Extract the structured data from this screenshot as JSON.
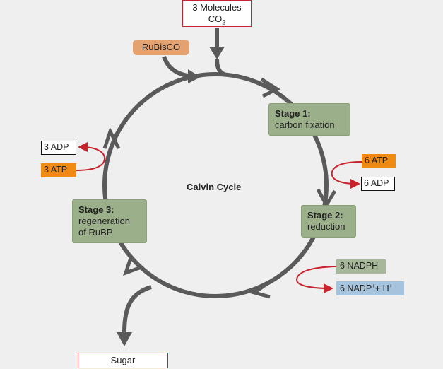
{
  "title": "Calvin Cycle",
  "inputs": {
    "co2_line1": "3 Molecules",
    "co2_line2_base": "CO",
    "co2_line2_sub": "2",
    "enzyme": "RuBisCO"
  },
  "output": {
    "sugar": "Sugar"
  },
  "stages": [
    {
      "title": "Stage 1:",
      "desc_line1": "carbon fixation",
      "desc_line2": ""
    },
    {
      "title": "Stage 2:",
      "desc_line1": "reduction",
      "desc_line2": ""
    },
    {
      "title": "Stage 3:",
      "desc_line1": "regeneration",
      "desc_line2": "of RuBP"
    }
  ],
  "energy": {
    "atp_in_right": "6 ATP",
    "adp_out_right": "6 ADP",
    "nadph_in": "6 NADPH",
    "nadp_out_base": "6 NADP",
    "nadp_out_sup": "+",
    "nadp_out_plus": "+ H",
    "nadp_out_sup2": "+",
    "atp_in_left": "3 ATP",
    "adp_out_left": "3 ADP"
  },
  "colors": {
    "cycle_arrow": "#5a5a5a",
    "red_arrow": "#c8232c",
    "stage_fill": "#9bb08a",
    "orange": "#f08a12",
    "rubisco": "#e3a270",
    "nadph_fill": "#a7b89a",
    "nadp_fill": "#a6c3de"
  }
}
